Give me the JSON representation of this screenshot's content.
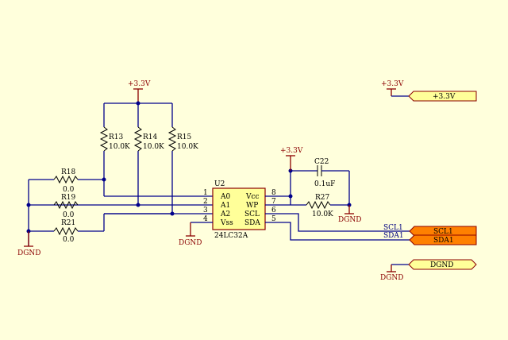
{
  "colors": {
    "background": "#ffffdc",
    "wire": "#00008b",
    "power": "#8b0000",
    "chip_fill": "#ffff99",
    "port_fill": "#ffff99",
    "port_active_fill": "#ff8000"
  },
  "power": {
    "v33_resistors": "+3.3V",
    "v33_cap": "+3.3V",
    "v33_port": "+3.3V",
    "gnd_left": "DGND",
    "gnd_chip": "DGND",
    "gnd_cap": "DGND",
    "gnd_port": "DGND"
  },
  "resistors": {
    "r13": {
      "ref": "R13",
      "value": "10.0K"
    },
    "r14": {
      "ref": "R14",
      "value": "10.0K"
    },
    "r15": {
      "ref": "R15",
      "value": "10.0K"
    },
    "r18": {
      "ref": "R18",
      "value": "0.0"
    },
    "r19": {
      "ref": "R19",
      "value": "0.0"
    },
    "r21": {
      "ref": "R21",
      "value": "0.0"
    },
    "r27": {
      "ref": "R27",
      "value": "10.0K"
    }
  },
  "capacitor": {
    "ref": "C22",
    "value": "0.1uF"
  },
  "ic": {
    "ref": "U2",
    "part": "24LC32A",
    "pins": [
      {
        "num": "1",
        "name": "A0"
      },
      {
        "num": "2",
        "name": "A1"
      },
      {
        "num": "3",
        "name": "A2"
      },
      {
        "num": "4",
        "name": "Vss"
      },
      {
        "num": "8",
        "name": "Vcc"
      },
      {
        "num": "7",
        "name": "WP"
      },
      {
        "num": "6",
        "name": "SCL"
      },
      {
        "num": "5",
        "name": "SDA"
      }
    ]
  },
  "nets": {
    "scl_wire": "SCL1",
    "sda_wire": "SDA1",
    "scl_port": "SCL1",
    "sda_port": "SDA1",
    "v33_port": "+3.3V",
    "gnd_port": "DGND"
  },
  "icons": {
    "power_symbol": "power-bar-icon",
    "ground_symbol": "ground-bar-icon",
    "port": "port-arrow-icon"
  }
}
